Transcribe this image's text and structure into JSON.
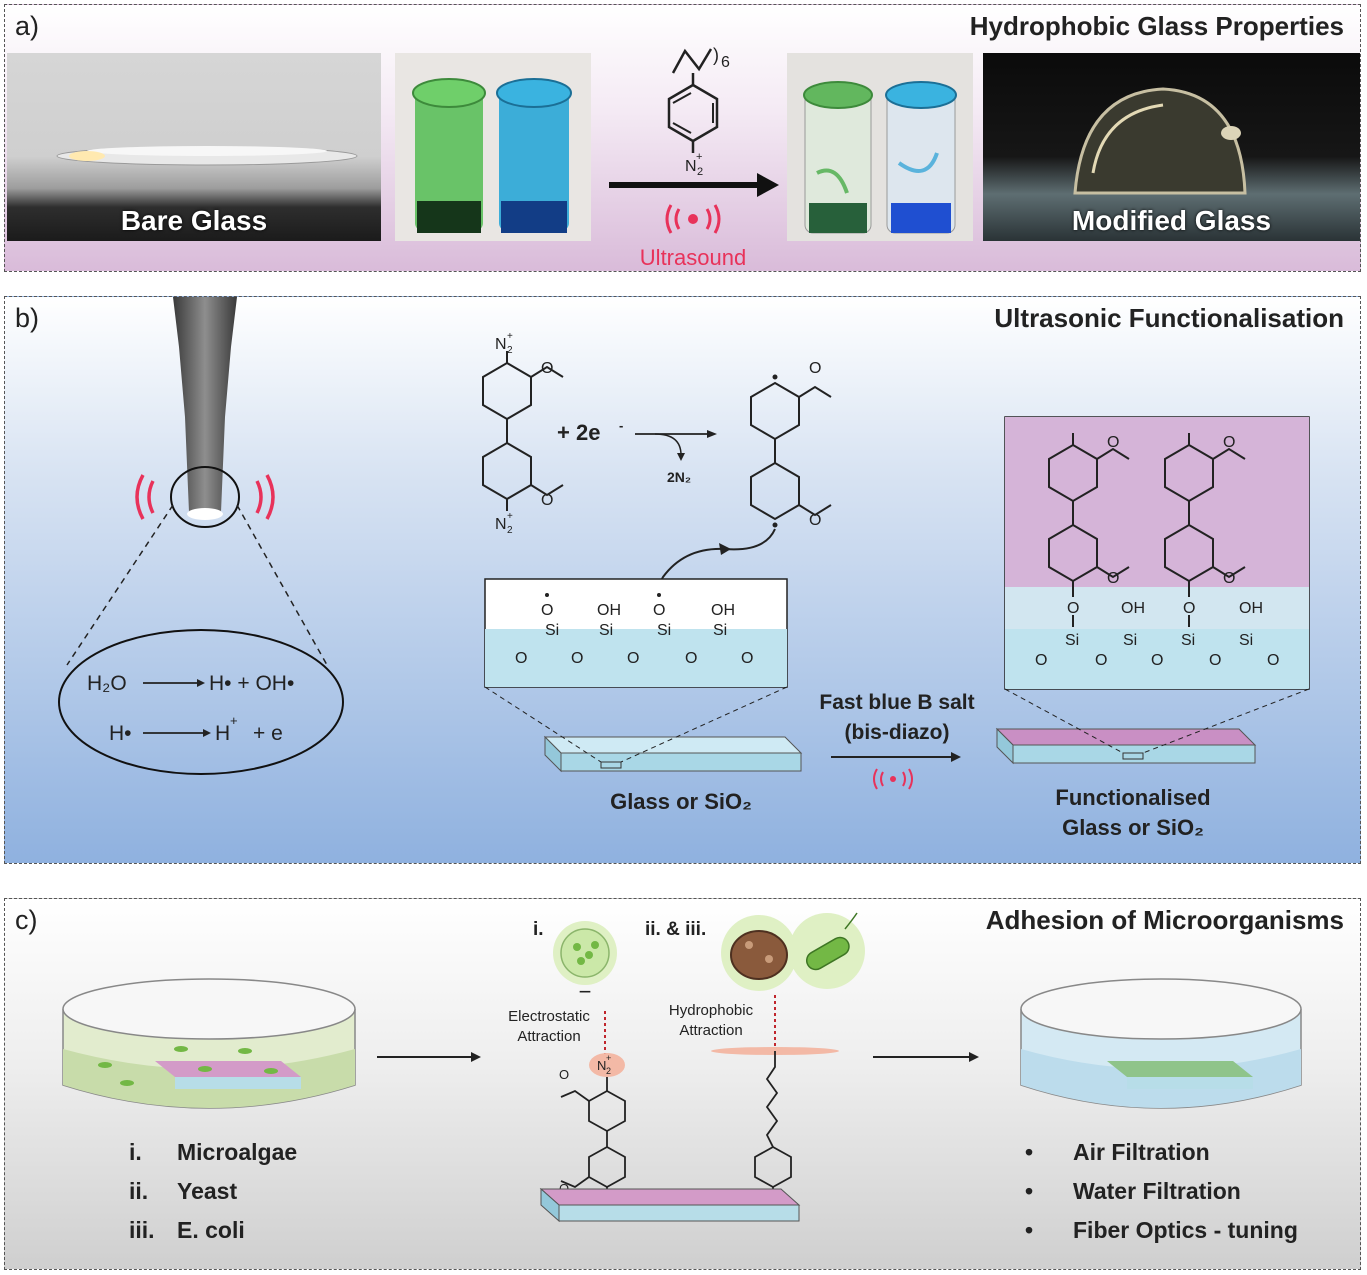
{
  "panel_a": {
    "label": "a)",
    "title": "Hydrophobic Glass Properties",
    "photo_bare": "Bare Glass",
    "photo_modified": "Modified Glass",
    "reagent_subscript": "6",
    "n2plus": "N",
    "n2sub": "2",
    "plus": "+",
    "ultrasound": "Ultrasound"
  },
  "panel_b": {
    "label": "b)",
    "title": "Ultrasonic Functionalisation",
    "rxn1_left": "H₂O",
    "rxn1_right": "H• +  OH•",
    "rxn2_left": "H•",
    "rxn2_right_h": "H",
    "rxn2_right_plus": "+",
    "rxn2_right_rest": "+   e",
    "plus_2e": "+  2e",
    "minus": "-",
    "byproduct": "2N₂",
    "oh": "OH",
    "o": "O",
    "si": "Si",
    "reagent_line1": "Fast blue B salt",
    "reagent_line2": "(bis-diazo)",
    "substrate": "Glass or SiO₂",
    "product_line1": "Functionalised",
    "product_line2": "Glass or SiO₂"
  },
  "panel_c": {
    "label": "c)",
    "title": "Adhesion of Microorganisms",
    "marker_i": "i.",
    "marker_ii_iii": "ii. & iii.",
    "electro_line1": "Electrostatic",
    "electro_line2": "Attraction",
    "hydro_line1": "Hydrophobic",
    "hydro_line2": "Attraction",
    "organisms": [
      {
        "num": "i.",
        "name": "Microalgae"
      },
      {
        "num": "ii.",
        "name": "Yeast"
      },
      {
        "num": "iii.",
        "name": "E. coli"
      }
    ],
    "applications": [
      {
        "bullet": "•",
        "name": "Air Filtration"
      },
      {
        "bullet": "•",
        "name": "Water Filtration"
      },
      {
        "bullet": "•",
        "name": "Fiber Optics - tuning"
      }
    ],
    "minus_sign": "−",
    "n2": "N",
    "n2sub": "2",
    "n2sup": "+"
  },
  "colors": {
    "ultrasound_red": "#e8325a",
    "purple_surface": "#c98fc4",
    "glass_blue": "#bfe3ee",
    "green_liquid": "#3fa33b",
    "blue_liquid": "#1e8fd0"
  }
}
